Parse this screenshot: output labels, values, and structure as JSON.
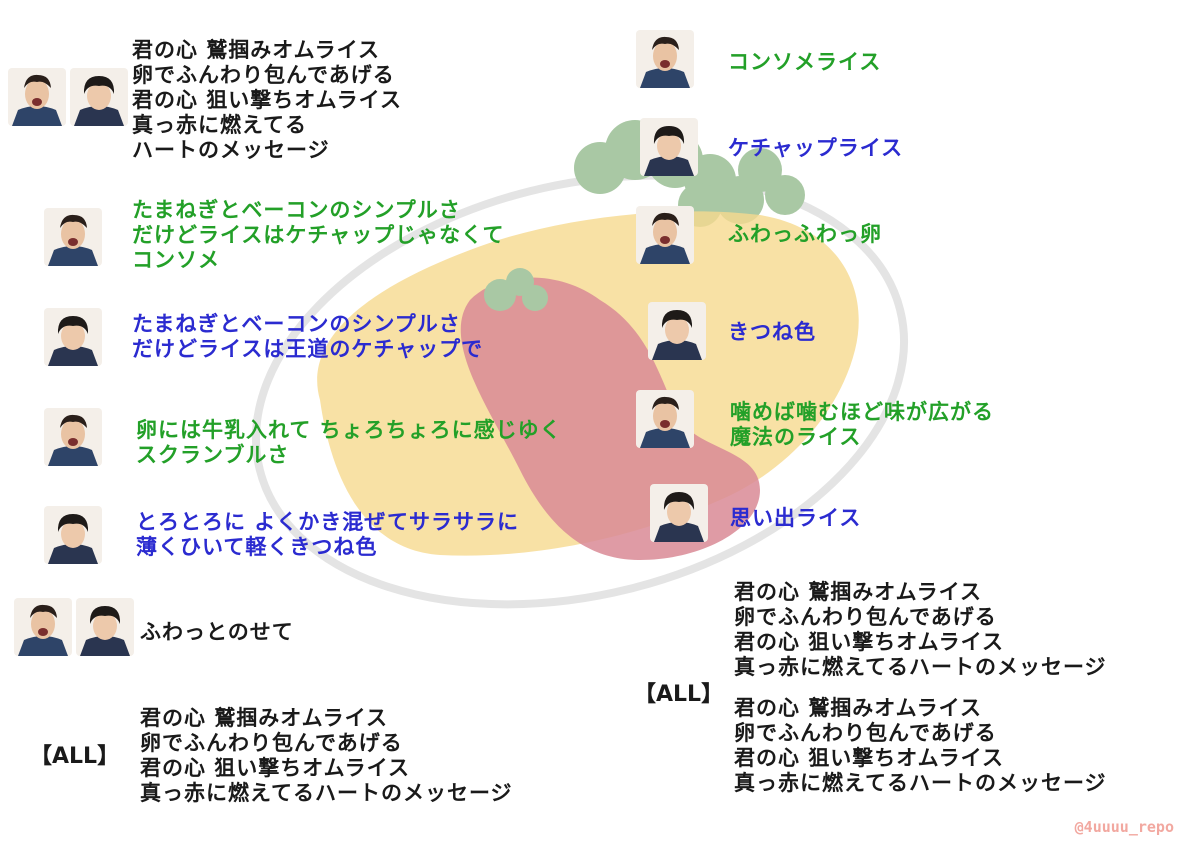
{
  "colors": {
    "black": "#1a1a1a",
    "green": "#23a028",
    "blue": "#2b2bd0",
    "egg": "#f6d98e",
    "ketchup": "#d98a95",
    "plate_line": "#e4e4e4",
    "parsley": "#a9c8a4"
  },
  "icons": [
    "member-a-avatar",
    "member-b-avatar"
  ],
  "left": {
    "verse1": {
      "color": "black",
      "lines": [
        "君の心 鷲掴みオムライス",
        "卵でふんわり包んであげる",
        "君の心 狙い撃ちオムライス",
        "真っ赤に燃えてる",
        "ハートのメッセージ"
      ]
    },
    "verse2": {
      "color": "green",
      "lines": [
        "たまねぎとベーコンのシンプルさ",
        "だけどライスはケチャップじゃなくて",
        "コンソメ"
      ]
    },
    "verse3": {
      "color": "blue",
      "lines": [
        "たまねぎとベーコンのシンプルさ",
        "だけどライスは王道のケチャップで"
      ]
    },
    "verse4": {
      "color": "green",
      "lines": [
        "卵には牛乳入れて ちょろちょろに感じゆく",
        "スクランブルさ"
      ]
    },
    "verse5": {
      "color": "blue",
      "lines": [
        "とろとろに よくかき混ぜてサラサラに",
        "薄くひいて軽くきつね色"
      ]
    },
    "verse6": {
      "color": "black",
      "lines": [
        "ふわっとのせて"
      ]
    },
    "all_label": "【ALL】",
    "chorus": {
      "color": "black",
      "lines": [
        "君の心 鷲掴みオムライス",
        "卵でふんわり包んであげる",
        "君の心 狙い撃ちオムライス",
        "真っ赤に燃えてるハートのメッセージ"
      ]
    }
  },
  "right": {
    "r1": {
      "color": "green",
      "lines": [
        "コンソメライス"
      ]
    },
    "r2": {
      "color": "blue",
      "lines": [
        "ケチャップライス"
      ]
    },
    "r3": {
      "color": "green",
      "lines": [
        "ふわっふわっ卵"
      ]
    },
    "r4": {
      "color": "blue",
      "lines": [
        "きつね色"
      ]
    },
    "r5": {
      "color": "green",
      "lines": [
        "噛めば噛むほど味が広がる",
        "魔法のライス"
      ]
    },
    "r6": {
      "color": "blue",
      "lines": [
        "思い出ライス"
      ]
    },
    "all_label": "【ALL】",
    "chorus1": {
      "color": "black",
      "lines": [
        "君の心 鷲掴みオムライス",
        "卵でふんわり包んであげる",
        "君の心 狙い撃ちオムライス",
        "真っ赤に燃えてるハートのメッセージ"
      ]
    },
    "chorus2": {
      "color": "black",
      "lines": [
        "君の心 鷲掴みオムライス",
        "卵でふんわり包んであげる",
        "君の心 狙い撃ちオムライス",
        "真っ赤に燃えてるハートのメッセージ"
      ]
    }
  },
  "watermark": "@4uuuu_repo"
}
